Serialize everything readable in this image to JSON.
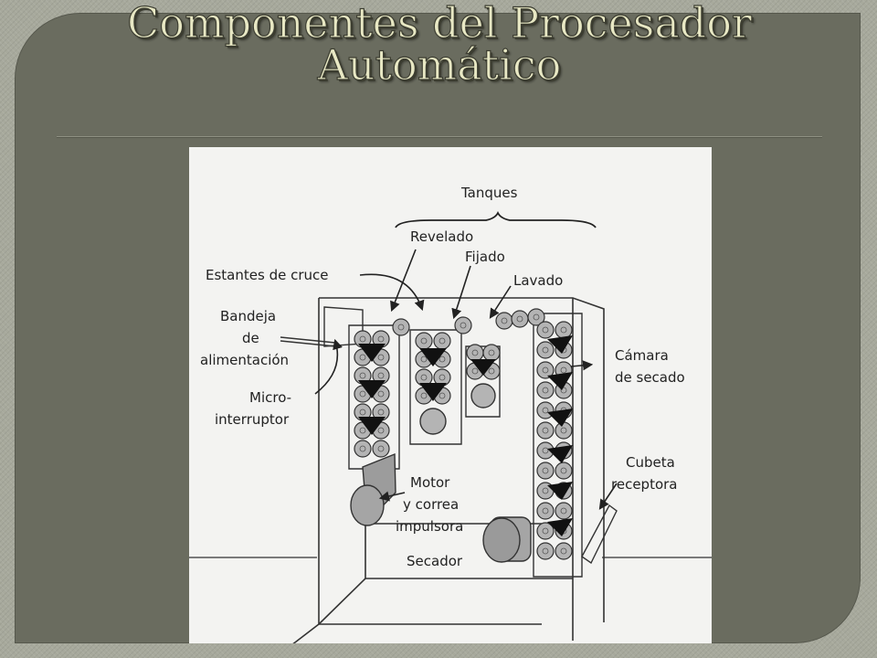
{
  "slide": {
    "title_line1": "Componentes del Procesador",
    "title_line2": "Automático"
  },
  "diagram": {
    "labels": {
      "tanques": "Tanques",
      "revelado": "Revelado",
      "fijado": "Fijado",
      "lavado": "Lavado",
      "estantes": "Estantes de cruce",
      "bandeja1": "Bandeja",
      "bandeja2": "de",
      "bandeja3": "alimentación",
      "micro1": "Micro-",
      "micro2": "interruptor",
      "camara1": "Cámara",
      "camara2": "de secado",
      "cubeta1": "Cubeta",
      "cubeta2": "receptora",
      "motor1": "Motor",
      "motor2": "y correa",
      "motor3": "impulsora",
      "secador": "Secador"
    }
  },
  "colors": {
    "panel": "#6a6c5f",
    "background": "#a7a99c",
    "title": "#e8e8c4"
  }
}
